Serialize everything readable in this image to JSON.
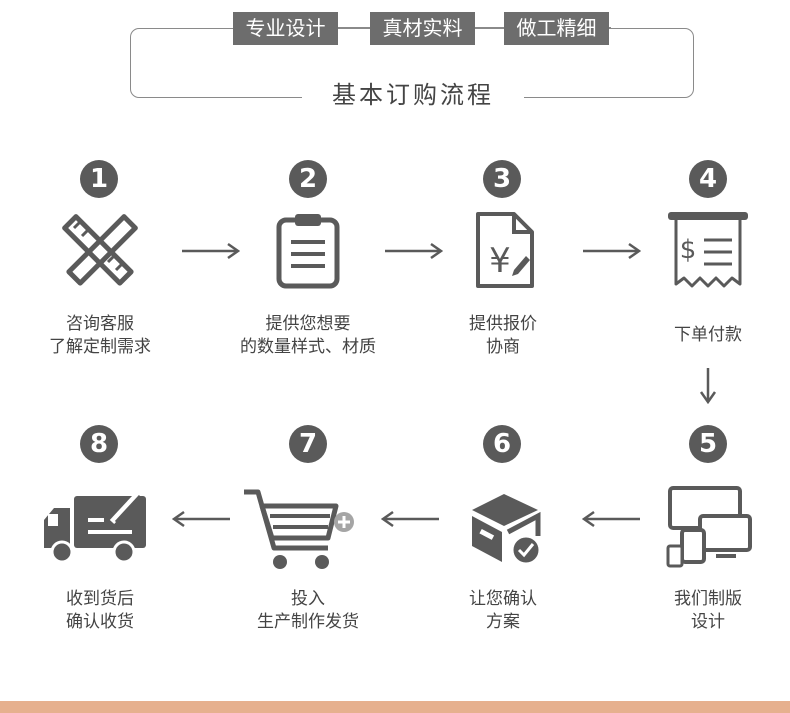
{
  "header": {
    "tags": [
      "专业设计",
      "真材实料",
      "做工精细"
    ],
    "title": "基本订购流程"
  },
  "steps": [
    {
      "num": "1",
      "line1": "咨询客服",
      "line2": "了解定制需求",
      "icon": "ruler-pencil-icon"
    },
    {
      "num": "2",
      "line1": "提供您想要",
      "line2": "的数量样式、材质",
      "icon": "clipboard-icon"
    },
    {
      "num": "3",
      "line1": "提供报价",
      "line2": "协商",
      "icon": "quote-document-icon"
    },
    {
      "num": "4",
      "line1": "下单付款",
      "line2": "",
      "icon": "receipt-icon"
    },
    {
      "num": "5",
      "line1": "我们制版",
      "line2": "设计",
      "icon": "devices-icon"
    },
    {
      "num": "6",
      "line1": "让您确认",
      "line2": "方案",
      "icon": "box-check-icon"
    },
    {
      "num": "7",
      "line1": "投入",
      "line2": "生产制作发货",
      "icon": "cart-icon"
    },
    {
      "num": "8",
      "line1": "收到货后",
      "line2": "确认收货",
      "icon": "delivery-truck-icon"
    }
  ],
  "colors": {
    "icon": "#5a5a5a",
    "frame": "#8a8a8a",
    "bottom_band": "#e6b08e"
  }
}
